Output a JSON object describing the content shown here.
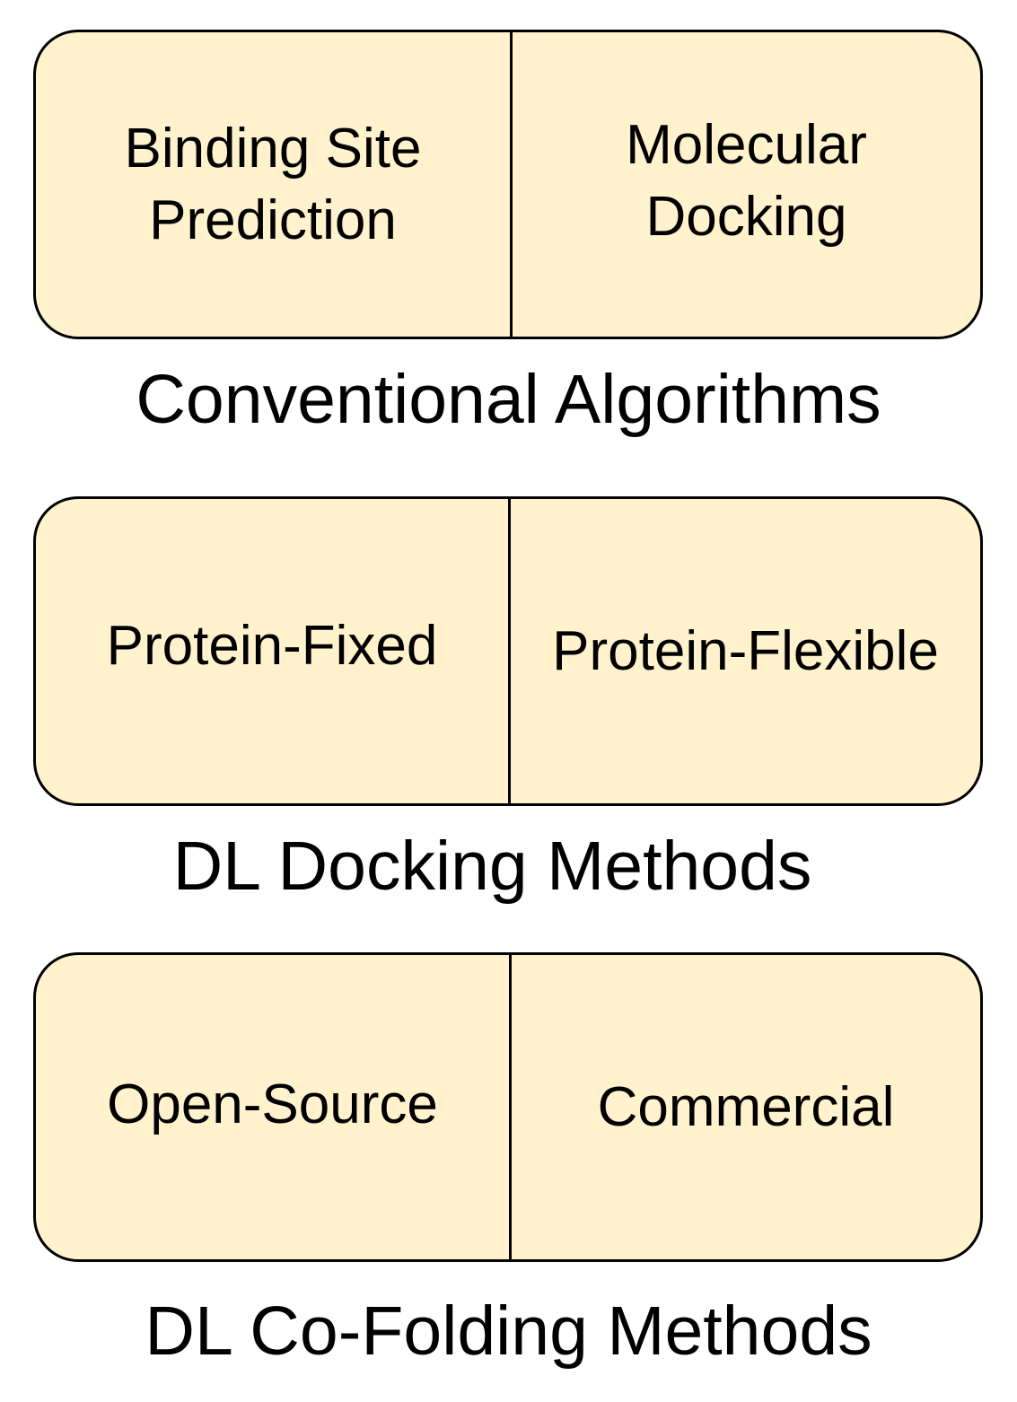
{
  "colors": {
    "box_fill": "#fff2cc",
    "box_border": "#000000",
    "text": "#000000"
  },
  "groups": [
    {
      "left_label": "Binding Site\nPrediction",
      "right_label": "Molecular\nDocking",
      "caption": "Conventional Algorithms"
    },
    {
      "left_label": "Protein-Fixed",
      "right_label": "Protein-Flexible",
      "caption": "DL Docking Methods"
    },
    {
      "left_label": "Open-Source",
      "right_label": "Commercial",
      "caption": "DL Co-Folding Methods"
    }
  ]
}
